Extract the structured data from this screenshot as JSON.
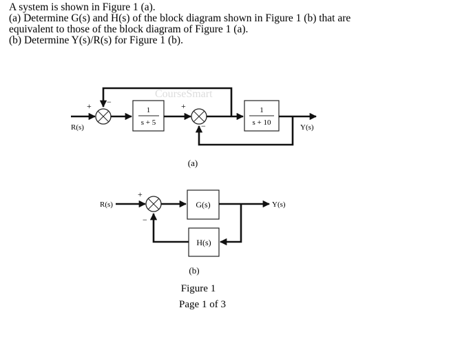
{
  "question": {
    "line1": "A system is shown in Figure 1 (a).",
    "line2": "(a) Determine G(s) and H(s) of the block diagram shown in Figure 1 (b) that are",
    "line3": "equivalent to those of the block diagram of Figure 1 (a).",
    "line4": "(b) Determine Y(s)/R(s) for Figure 1 (b)."
  },
  "figure_a": {
    "input": "R(s)",
    "output": "Y(s)",
    "sum1_plus": "+",
    "sum1_minus": "−",
    "sum2_plus": "+",
    "sum2_minus": "−",
    "block1_num": "1",
    "block1_den": "s + 5",
    "block2_num": "1",
    "block2_den": "s + 10",
    "caption": "(a)",
    "watermark": "CourseSmart"
  },
  "figure_b": {
    "input": "R(s)",
    "output": "Y(s)",
    "sum_plus": "+",
    "sum_minus": "−",
    "forward_block": "G(s)",
    "feedback_block": "H(s)",
    "caption": "(b)"
  },
  "footer": {
    "figure_label": "Figure 1",
    "page": "Page 1 of 3"
  }
}
